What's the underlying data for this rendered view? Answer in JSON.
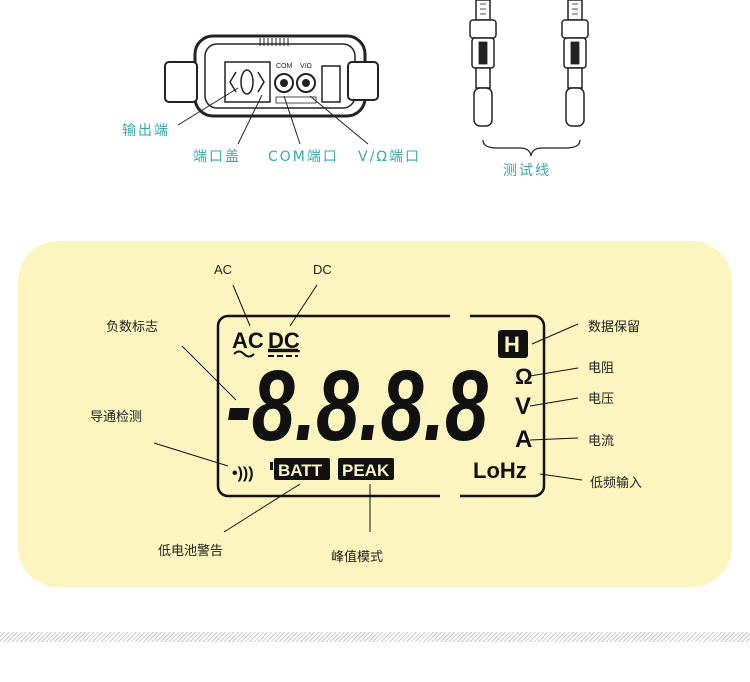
{
  "device_labels": {
    "output_port": "输出端",
    "port_cover": "端口盖",
    "com_port": "COM端口",
    "v_ohm_port": "V/Ω端口",
    "test_leads": "测试线"
  },
  "lcd": {
    "ac": "AC",
    "dc": "DC",
    "digits": "-8.8.8.8",
    "hold_symbol": "H",
    "ohm_symbol": "Ω",
    "volt_symbol": "V",
    "amp_symbol": "A",
    "lohz": "LoHz",
    "batt": "BATT",
    "peak": "PEAK",
    "continuity_symbol": "•)))"
  },
  "callouts": {
    "ac": "AC",
    "dc": "DC",
    "negative_sign": "负数标志",
    "continuity": "导通检测",
    "low_battery": "低电池警告",
    "peak_mode": "峰值模式",
    "data_hold": "数据保留",
    "resistance": "电阻",
    "voltage": "电压",
    "current": "电流",
    "low_pass": "低频输入"
  },
  "colors": {
    "panel_background": "#fdf5bf",
    "teal_labels": "#3aa7a9",
    "ink": "#111111"
  }
}
